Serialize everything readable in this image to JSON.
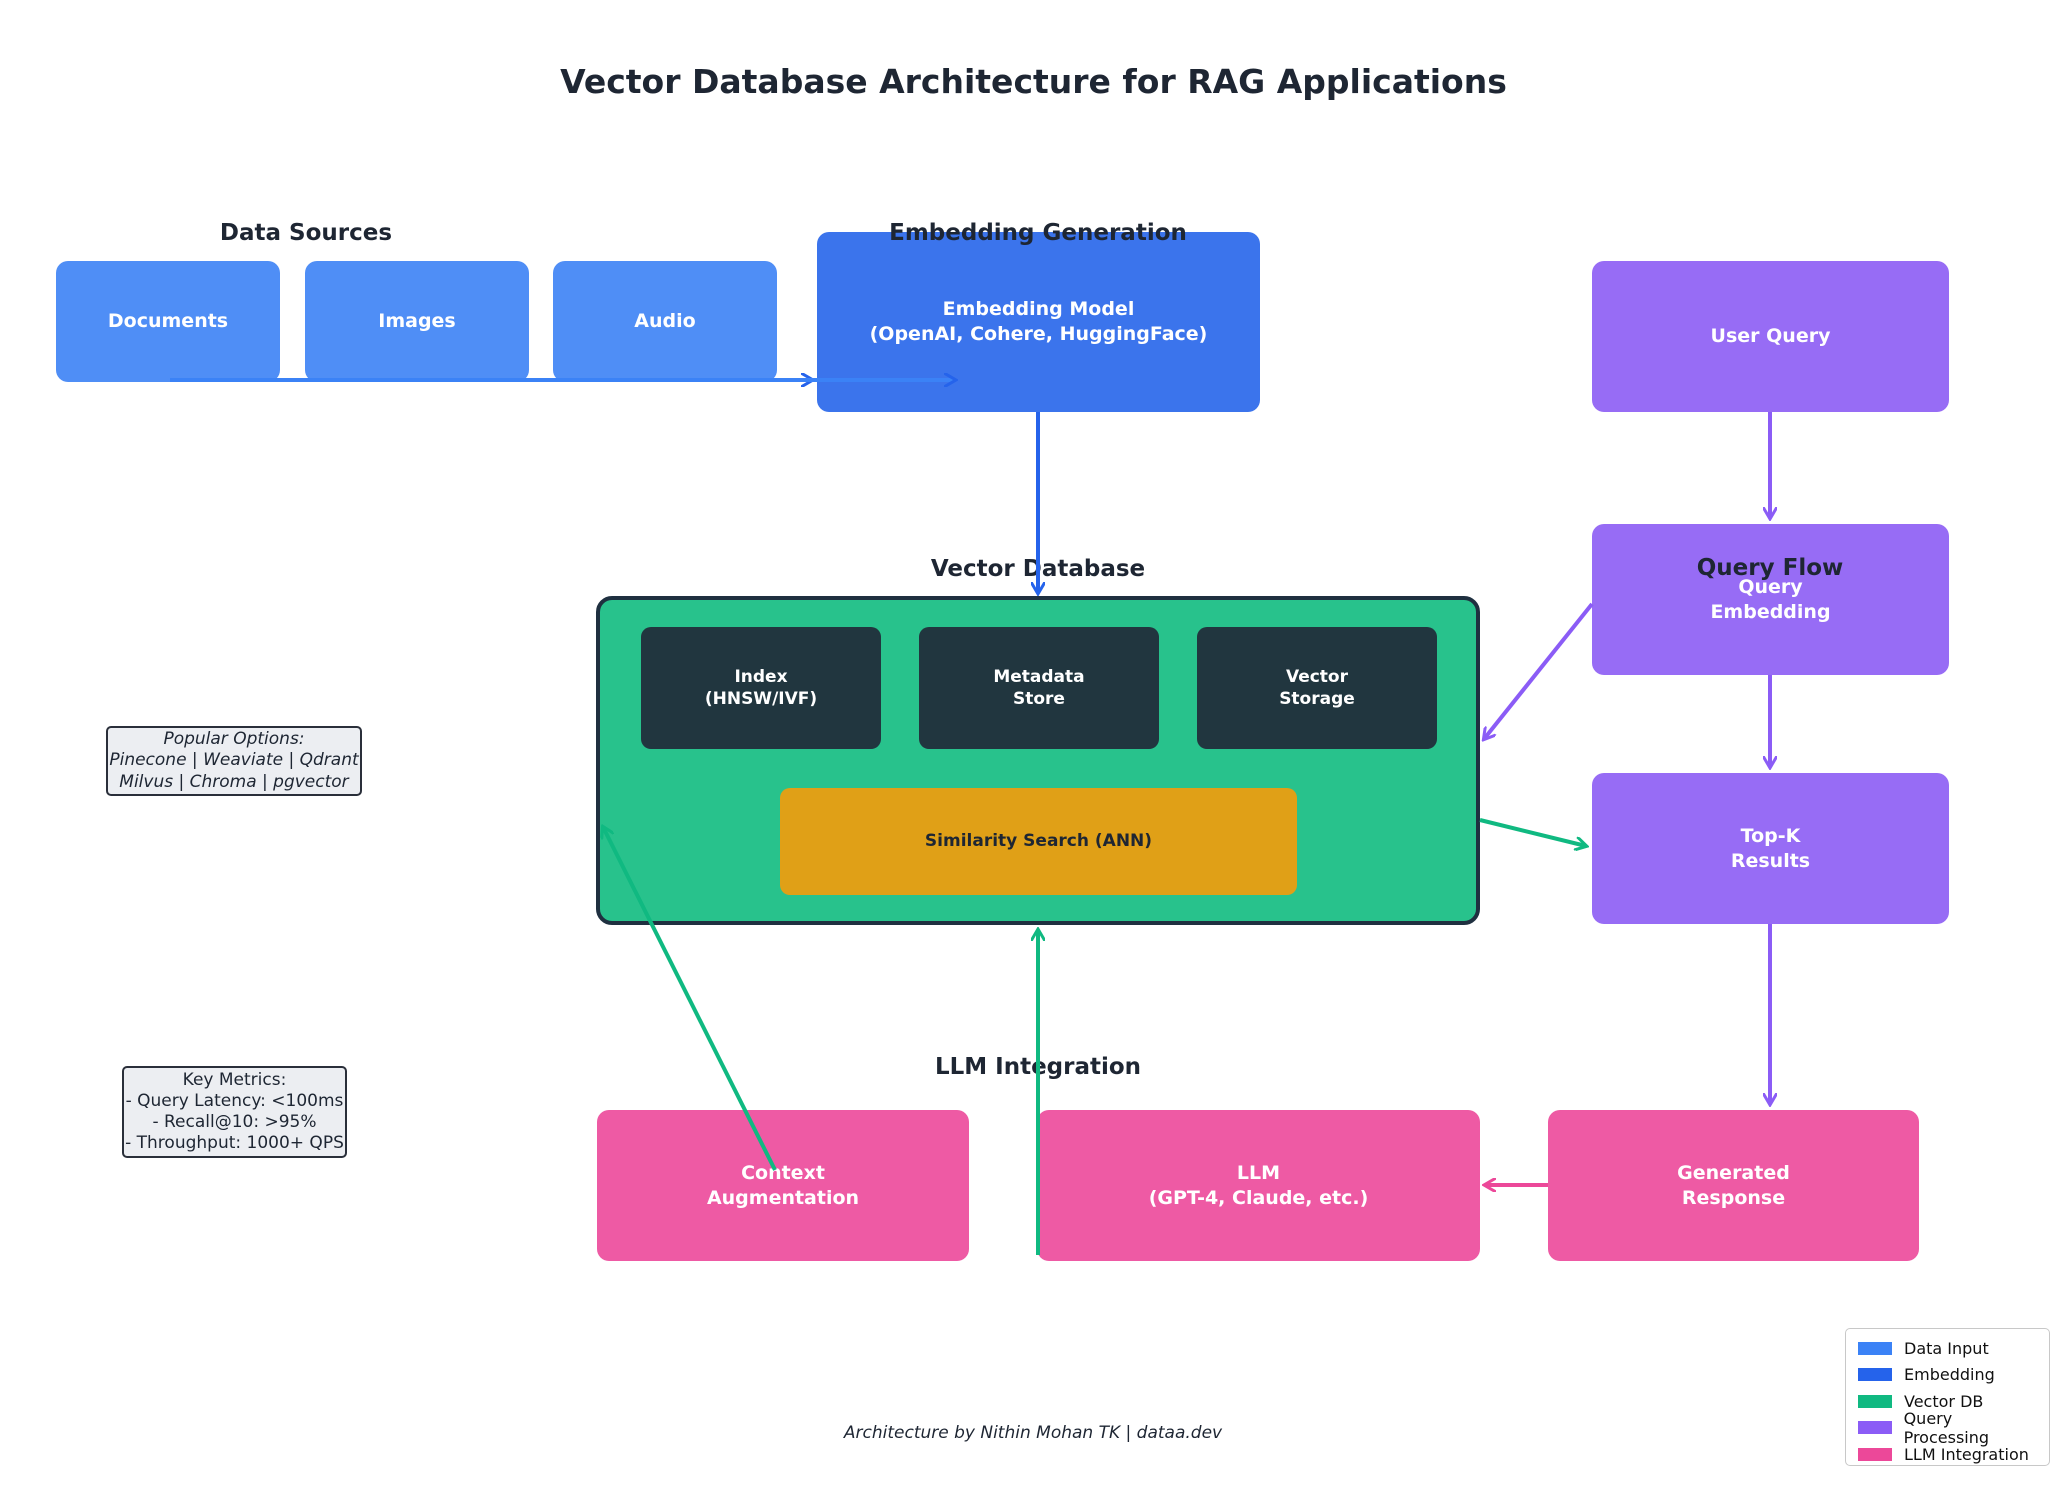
{
  "title": "Vector Database Architecture for RAG Applications",
  "sections": {
    "data_sources": "Data Sources",
    "embedding_generation": "Embedding Generation",
    "vector_database": "Vector Database",
    "query_flow": "Query Flow",
    "llm_integration": "LLM Integration"
  },
  "nodes": {
    "documents": "Documents",
    "images": "Images",
    "audio": "Audio",
    "embedding_model": "Embedding Model\n(OpenAI, Cohere, HuggingFace)",
    "user_query": "User Query",
    "query_embedding": "Query\nEmbedding",
    "top_k": "Top-K\nResults",
    "index": "Index\n(HNSW/IVF)",
    "metadata_store": "Metadata\nStore",
    "vector_storage": "Vector\nStorage",
    "similarity_search": "Similarity Search (ANN)",
    "context_augmentation": "Context\nAugmentation",
    "llm": "LLM\n(GPT-4, Claude, etc.)",
    "generated_response": "Generated\nResponse"
  },
  "notes": {
    "popular_options": "Popular Options:\nPinecone | Weaviate | Qdrant\nMilvus | Chroma | pgvector",
    "key_metrics": "Key Metrics:\n- Query Latency: <100ms\n- Recall@10: >95%\n- Throughput: 1000+ QPS"
  },
  "footer": "Architecture by Nithin Mohan TK | dataa.dev",
  "legend": [
    {
      "label": "Data Input",
      "color": "#3b82f6"
    },
    {
      "label": "Embedding",
      "color": "#2563eb"
    },
    {
      "label": "Vector DB",
      "color": "#10b981"
    },
    {
      "label": "Query Processing",
      "color": "#8b5cf6"
    },
    {
      "label": "LLM Integration",
      "color": "#ec4899"
    }
  ],
  "colors": {
    "data_input": "#4f8ef6",
    "embedding": "#3b74ec",
    "vector_db": "#28c28c",
    "query": "#976cf5",
    "llm": "#ee5aa4",
    "search": "#e0a017",
    "component": "#21363f"
  }
}
